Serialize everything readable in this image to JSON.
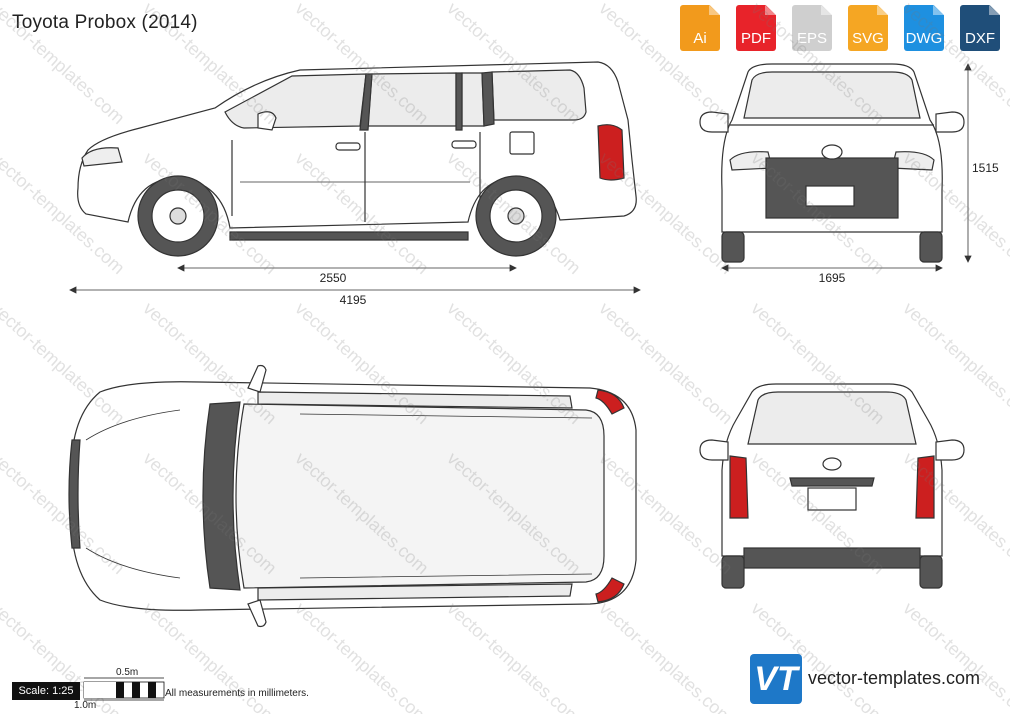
{
  "title": "Toyota Probox (2014)",
  "formats": [
    {
      "label": "Ai",
      "color": "#f29a1c",
      "icon": "file-ai-icon"
    },
    {
      "label": "PDF",
      "color": "#e8232a",
      "icon": "file-pdf-icon"
    },
    {
      "label": "EPS",
      "color": "#cfcfcf",
      "icon": "file-eps-icon"
    },
    {
      "label": "SVG",
      "color": "#f5a623",
      "icon": "file-svg-icon"
    },
    {
      "label": "DWG",
      "color": "#1e90e0",
      "icon": "file-dwg-icon"
    },
    {
      "label": "DXF",
      "color": "#1f4e79",
      "icon": "file-dxf-icon"
    }
  ],
  "dimensions": {
    "wheelbase": "2550",
    "length": "4195",
    "width": "1695",
    "height": "1515"
  },
  "watermark": "vector-templates.com",
  "scale": {
    "label": "Scale: 1:25",
    "half_meter": "0.5m",
    "one_meter": "1.0m"
  },
  "note": "All measurements in millimeters.",
  "brand": {
    "logo_text": "VT",
    "site": "vector-templates.com",
    "logo_color": "#1e78c8"
  },
  "colors": {
    "body_outline": "#333333",
    "glass": "#e9e9e9",
    "trim": "#555555",
    "taillight": "#cc1f1f"
  }
}
